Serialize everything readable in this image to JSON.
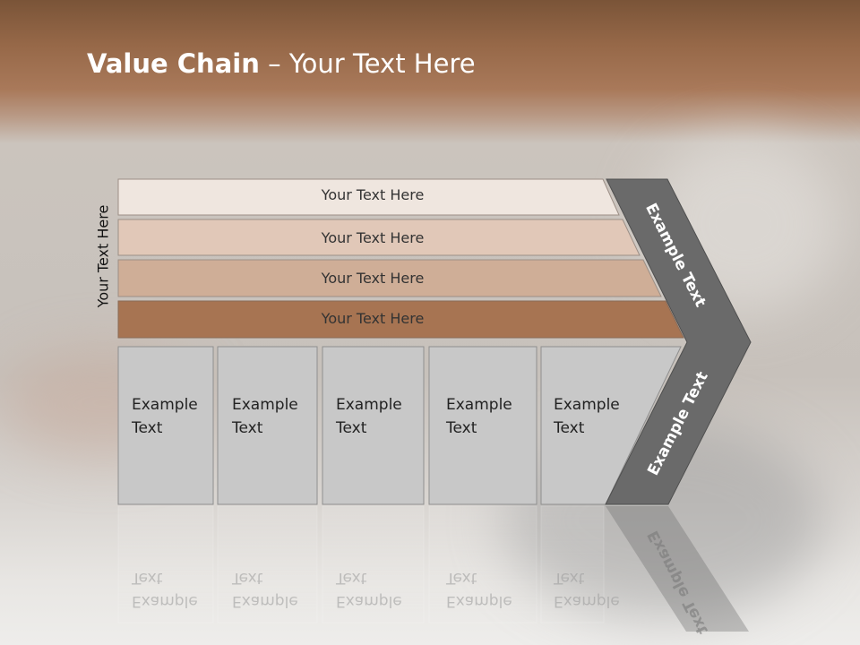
{
  "title": {
    "bold": "Value Chain",
    "rest": " – Your Text Here"
  },
  "side_label": "Your Text Here",
  "rows": [
    "Your Text Here",
    "Your Text Here",
    "Your Text Here",
    "Your Text Here"
  ],
  "columns": [
    {
      "line1": "Example",
      "line2": "Text"
    },
    {
      "line1": "Example",
      "line2": "Text"
    },
    {
      "line1": "Example",
      "line2": "Text"
    },
    {
      "line1": "Example",
      "line2": "Text"
    },
    {
      "line1": "Example",
      "line2": "Text"
    }
  ],
  "chevron": {
    "top_label": "Example Text",
    "bottom_label": "Example Text"
  },
  "colors": {
    "row_fills": [
      "#efe6df",
      "#e1c8b8",
      "#cfae97",
      "#a77452"
    ],
    "column_fill": "#c8c8c8",
    "chevron_fill": "#6a6a6a"
  }
}
